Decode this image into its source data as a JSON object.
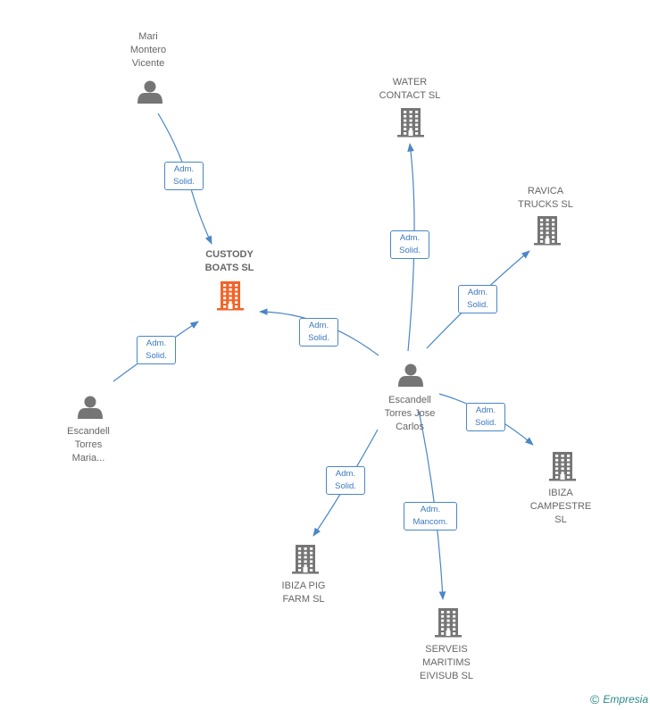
{
  "colors": {
    "edge": "#4a86c8",
    "node": "#757575",
    "focus": "#f0652a"
  },
  "nodes": [
    {
      "id": "mari",
      "type": "person",
      "label": "Mari\nMontero\nVicente"
    },
    {
      "id": "water",
      "type": "company",
      "label": "WATER\nCONTACT SL"
    },
    {
      "id": "ravica",
      "type": "company",
      "label": "RAVICA\nTRUCKS  SL"
    },
    {
      "id": "custody",
      "type": "company",
      "focus": true,
      "label": "CUSTODY\nBOATS  SL"
    },
    {
      "id": "maria",
      "type": "person",
      "label": "Escandell\nTorres\nMaria..."
    },
    {
      "id": "jose",
      "type": "person",
      "label": "Escandell\nTorres Jose\nCarlos"
    },
    {
      "id": "campestre",
      "type": "company",
      "label": "IBIZA\nCAMPESTRE\nSL"
    },
    {
      "id": "pig",
      "type": "company",
      "label": "IBIZA PIG\nFARM  SL"
    },
    {
      "id": "serveis",
      "type": "company",
      "label": "SERVEIS\nMARITIMS\nEIVISUB  SL"
    }
  ],
  "edges": [
    {
      "from": "mari",
      "to": "custody",
      "label": "Adm.\nSolid."
    },
    {
      "from": "maria",
      "to": "custody",
      "label": "Adm.\nSolid."
    },
    {
      "from": "jose",
      "to": "custody",
      "label": "Adm.\nSolid."
    },
    {
      "from": "jose",
      "to": "water",
      "label": "Adm.\nSolid."
    },
    {
      "from": "jose",
      "to": "ravica",
      "label": "Adm.\nSolid."
    },
    {
      "from": "jose",
      "to": "campestre",
      "label": "Adm.\nSolid."
    },
    {
      "from": "jose",
      "to": "pig",
      "label": "Adm.\nSolid."
    },
    {
      "from": "jose",
      "to": "serveis",
      "label": "Adm.\nMancom."
    }
  ],
  "footer": {
    "copyright": "©",
    "brand": "Empresia"
  }
}
